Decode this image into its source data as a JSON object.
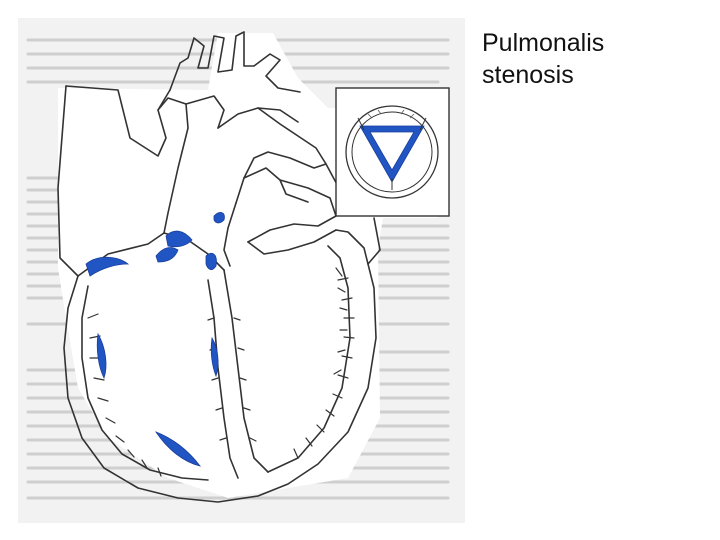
{
  "caption": {
    "line1": "Pulmonalis",
    "line2": "stenosis"
  },
  "figure": {
    "subject": "heart-cross-section",
    "inset": "pulmonary-valve-closed-view",
    "colors": {
      "background": "#f2f2f2",
      "outline": "#333333",
      "highlight": "#2255c4",
      "text_ghost": "#c8c8c8"
    }
  }
}
